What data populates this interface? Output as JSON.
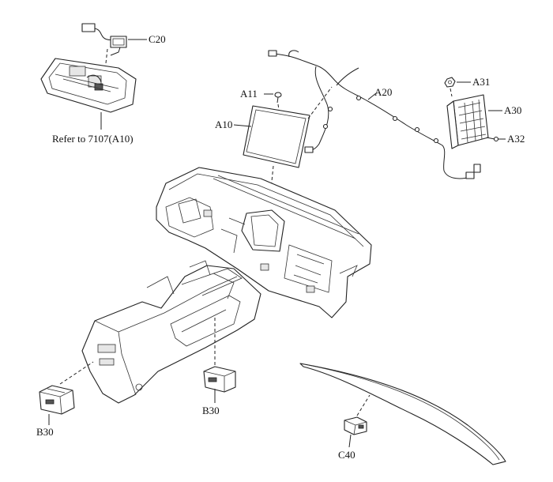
{
  "labels": {
    "c20_top": "C20",
    "refer": "Refer to 7107(A10)",
    "a11": "A11",
    "a10": "A10",
    "a20": "A20",
    "a31": "A31",
    "a30": "A30",
    "a32": "A32",
    "b30_left": "B30",
    "b30_mid": "B30",
    "c40": "C40"
  }
}
